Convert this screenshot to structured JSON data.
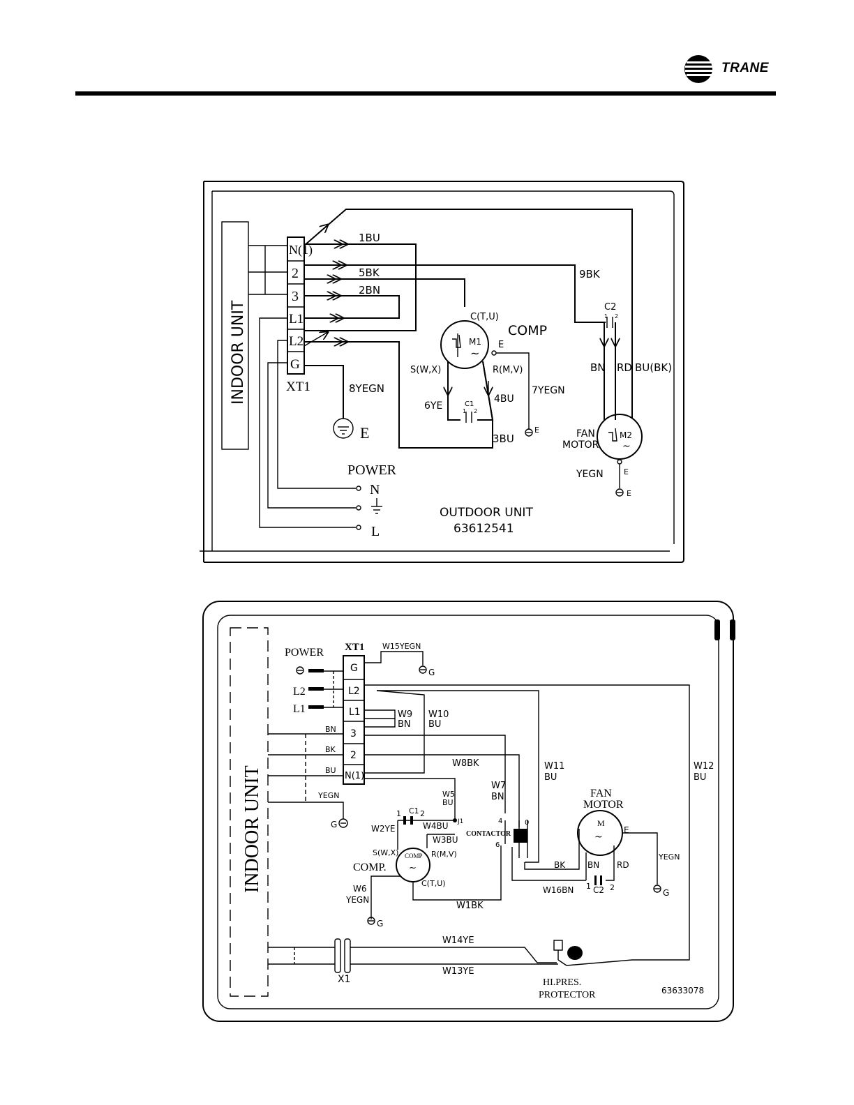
{
  "brand": {
    "name": "TRANE"
  },
  "diagram1": {
    "indoor_unit": "INDOOR UNIT",
    "terminals": [
      "N(1)",
      "2",
      "3",
      "L1",
      "L2",
      "G"
    ],
    "terminal_block": "XT1",
    "wires": {
      "w1": "1BU",
      "w2": "5BK",
      "w3": "2BN",
      "w4": "9BK",
      "w5": "8YEGN",
      "w6": "7YEGN",
      "w7": "6YE",
      "w8": "4BU",
      "w9": "3BU"
    },
    "compressor": {
      "name": "COMP",
      "id": "M1",
      "symbol": "~",
      "c": "C(T,U)",
      "s": "S(W,X)",
      "r": "R(M,V)",
      "e": "E"
    },
    "cap1": {
      "name": "C1",
      "p1": "1",
      "p2": "2"
    },
    "cap2": {
      "name": "C2",
      "p1": "1",
      "p2": "2"
    },
    "fan_wires": {
      "bn": "BN",
      "rd": "RD",
      "bu": "BU(BK)"
    },
    "fan_motor": {
      "label1": "FAN",
      "label2": "MOTOR",
      "id": "M2",
      "symbol": "~",
      "e": "E",
      "yegn": "YEGN"
    },
    "ground": "E",
    "power": {
      "label": "POWER",
      "n": "N",
      "l": "L"
    },
    "footer": {
      "unit": "OUTDOOR UNIT",
      "part": "63612541"
    }
  },
  "diagram2": {
    "indoor_unit": "INDOOR UNIT",
    "power": {
      "label": "POWER",
      "l2": "L2",
      "l1": "L1"
    },
    "terminal_block": "XT1",
    "terminals": [
      "G",
      "L2",
      "L1",
      "3",
      "2",
      "N(1)"
    ],
    "wires": {
      "w15": "W15YEGN",
      "w9a": "W9",
      "w9b": "BN",
      "w10a": "W10",
      "w10b": "BU",
      "bn": "BN",
      "bk": "BK",
      "bu": "BU",
      "yegn": "YEGN",
      "w8": "W8BK",
      "w11a": "W11",
      "w11b": "BU",
      "w12a": "W12",
      "w12b": "BU",
      "w7a": "W7",
      "w7b": "BN",
      "w5a": "W5",
      "w5b": "BU",
      "w2": "W2YE",
      "w4": "W4BU",
      "w3": "W3BU",
      "w6a": "W6",
      "w6b": "YEGN",
      "w1": "W1BK",
      "w16": "W16BN",
      "bk2": "BK",
      "bn2": "BN",
      "rd": "RD",
      "yegn2": "YEGN",
      "w14": "W14YE",
      "w13": "W13YE"
    },
    "ground": "G",
    "c1": {
      "name": "C1",
      "p1": "1",
      "p2": "2"
    },
    "j1": "J1",
    "compressor": {
      "label": "COMP.",
      "inner": "COMP",
      "symbol": "~",
      "s": "S(W,X)",
      "r": "R(M,V)",
      "c": "C(T,U)"
    },
    "contactor": {
      "label": "CONTACTOR",
      "p4": "4",
      "p6": "6",
      "p0": "0"
    },
    "fan_motor": {
      "label1": "FAN",
      "label2": "MOTOR",
      "m": "M",
      "symbol": "~",
      "e": "E"
    },
    "c2": {
      "name": "C2",
      "p1": "1",
      "p2": "2"
    },
    "x1": "X1",
    "protector": {
      "label1": "HI.PRES.",
      "label2": "PROTECTOR"
    },
    "part": "63633078"
  }
}
